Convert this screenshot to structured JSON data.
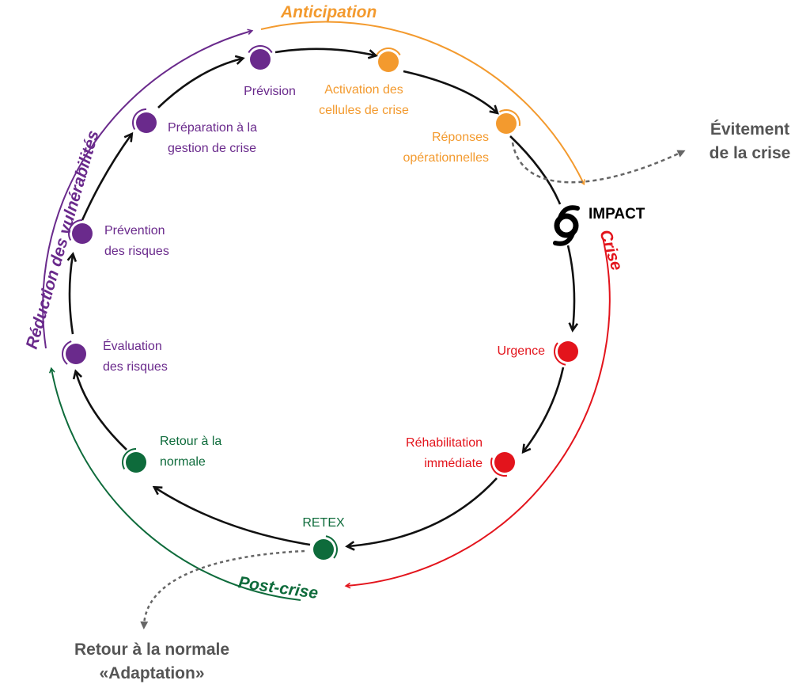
{
  "colors": {
    "purple": "#6a2a8c",
    "orange": "#f39a2e",
    "red": "#e3141c",
    "green": "#0e6b3b",
    "black": "#111111",
    "grey": "#555555"
  },
  "phases": {
    "anticipation": "Anticipation",
    "crise": "Crise",
    "post_crise": "Post-crise",
    "reduction": "Réduction des vulnérabilités"
  },
  "impact": {
    "label": "IMPACT",
    "icon": "hurricane-icon"
  },
  "nodes": [
    {
      "id": "prevision",
      "color": "purple",
      "lines": [
        "Prévision"
      ]
    },
    {
      "id": "activation",
      "color": "orange",
      "lines": [
        "Activation des",
        "cellules de crise"
      ]
    },
    {
      "id": "reponses",
      "color": "orange",
      "lines": [
        "Réponses",
        "opérationnelles"
      ]
    },
    {
      "id": "urgence",
      "color": "red",
      "lines": [
        "Urgence"
      ]
    },
    {
      "id": "rehabilitation",
      "color": "red",
      "lines": [
        "Réhabilitation",
        "immédiate"
      ]
    },
    {
      "id": "retex",
      "color": "green",
      "lines": [
        "RETEX"
      ]
    },
    {
      "id": "retour",
      "color": "green",
      "lines": [
        "Retour à la",
        "normale"
      ]
    },
    {
      "id": "evaluation",
      "color": "purple",
      "lines": [
        "Évaluation",
        "des risques"
      ]
    },
    {
      "id": "prevention",
      "color": "purple",
      "lines": [
        "Prévention",
        "des risques"
      ]
    },
    {
      "id": "preparation",
      "color": "purple",
      "lines": [
        "Préparation à la",
        "gestion de crise"
      ]
    }
  ],
  "outcomes": {
    "evitement": [
      "Évitement",
      "de la crise"
    ],
    "retour_normale": [
      "Retour à la normale",
      "«Adaptation»"
    ]
  }
}
